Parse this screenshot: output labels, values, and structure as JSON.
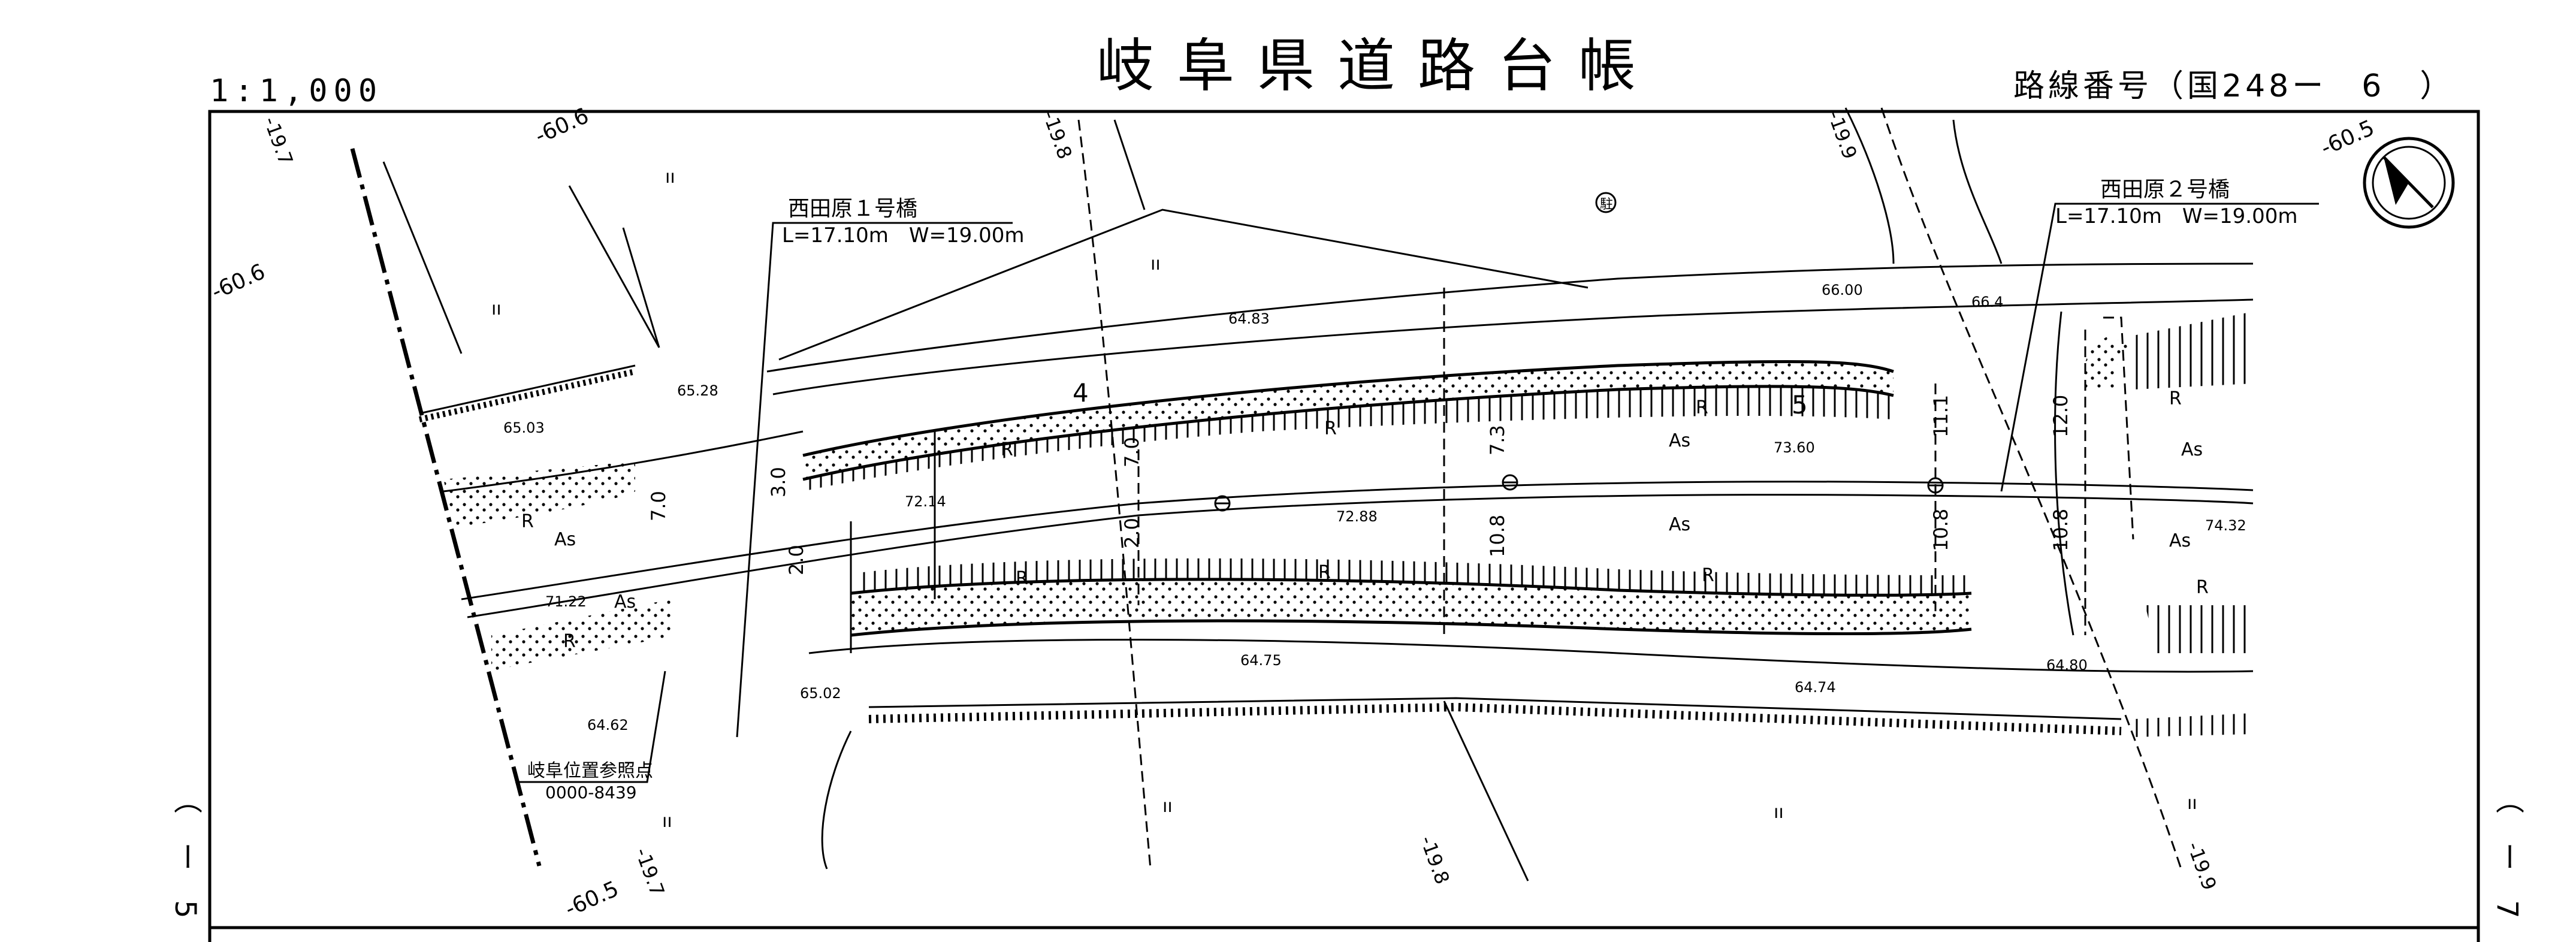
{
  "sheet": {
    "title": "岐阜県道路台帳",
    "scale": "1:1,000",
    "route_number": "路線番号（国248ー　6　）",
    "adjacent_left": "（　ー　5",
    "adjacent_right": "（　ー　7"
  },
  "bridges": [
    {
      "name": "西田原１号橋",
      "spec": "L=17.10m　W=19.00m"
    },
    {
      "name": "西田原２号橋",
      "spec": "L=17.10m　W=19.00m"
    }
  ],
  "reference_point": {
    "label": "岐阜位置参照点",
    "code": "0000-8439"
  },
  "section_numbers": [
    "4",
    "5"
  ],
  "grid_labels": [
    "-60.6",
    "-60.6",
    "-60.5",
    "-60.5",
    "-19.7",
    "-19.8",
    "-19.9",
    "-19.8",
    "-19.7",
    "-19.9"
  ],
  "elevations": [
    "65.03",
    "65.28",
    "64.83",
    "66.00",
    "66.4",
    "72.14",
    "72.88",
    "73.60",
    "74.32",
    "71.22",
    "64.62",
    "65.02",
    "64.75",
    "64.74",
    "64.80"
  ],
  "widths": [
    "7.0",
    "3.0",
    "2.0",
    "7.0",
    "2.0",
    "7.3",
    "10.8",
    "11.1",
    "10.8",
    "12.0",
    "10.8"
  ],
  "surface_labels": {
    "asphalt": "As",
    "retaining": "R",
    "field": "ıı",
    "parking": "駐"
  },
  "north_arrow": "compass-north-icon"
}
